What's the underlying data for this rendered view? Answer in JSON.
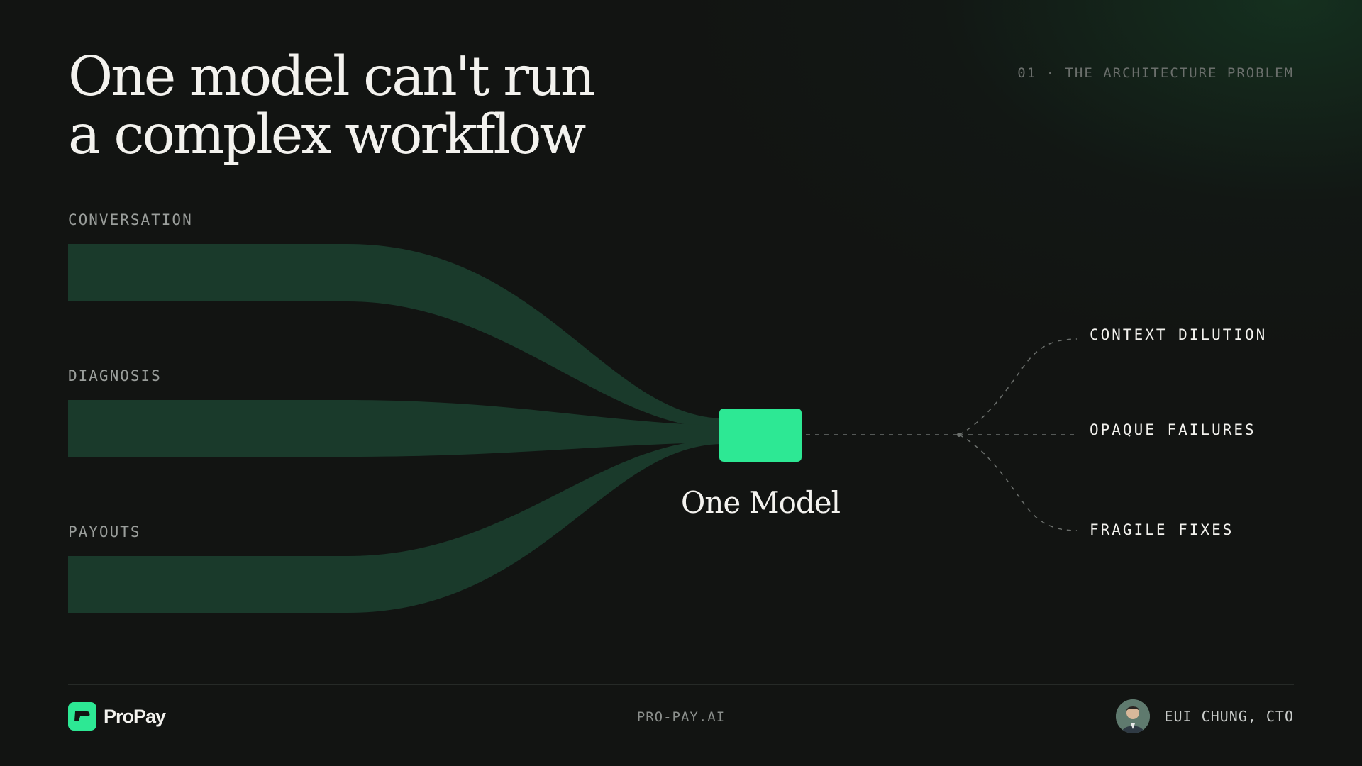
{
  "slide": {
    "title_line1": "One model can't run",
    "title_line2": "a complex workflow",
    "section": "01 · THE ARCHITECTURE PROBLEM"
  },
  "diagram": {
    "inputs": [
      {
        "label": "CONVERSATION"
      },
      {
        "label": "DIAGNOSIS"
      },
      {
        "label": "PAYOUTS"
      }
    ],
    "center": {
      "label": "One Model"
    },
    "outputs": [
      {
        "label": "CONTEXT DILUTION"
      },
      {
        "label": "OPAQUE FAILURES"
      },
      {
        "label": "FRAGILE FIXES"
      }
    ],
    "colors": {
      "flow": "#1a3a2b",
      "model": "#2de894",
      "connector": "#6b6f6c"
    }
  },
  "footer": {
    "brand": "ProPay",
    "logo_icon": "propay-logo-icon",
    "website": "PRO-PAY.AI",
    "presenter": "EUI CHUNG, CTO"
  }
}
